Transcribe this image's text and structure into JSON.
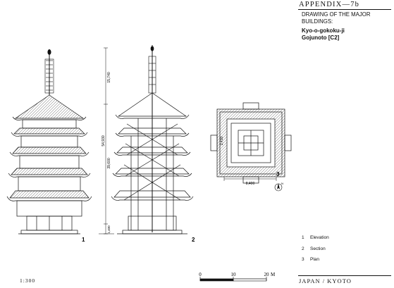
{
  "header": {
    "appendix": "APPENDIX—7b",
    "sheet_title": "DRAWING OF THE MAJOR BUILDINGS:",
    "building_line1": "Kyo-o-gokoku-ji",
    "building_line2": "Gojunoto [C2]"
  },
  "figures": {
    "elevation_num": "1",
    "section_num": "2",
    "plan_num": "3"
  },
  "dimensions": {
    "upper": "15,740",
    "total": "54,930",
    "middle": "39,600",
    "base": "1,400",
    "plan_side": "3,430",
    "plan_width": "8,400"
  },
  "legend": [
    {
      "num": "1",
      "label": "Elevation"
    },
    {
      "num": "2",
      "label": "Section"
    },
    {
      "num": "3",
      "label": "Plan"
    }
  ],
  "north_label": "N",
  "scale": {
    "ratio": "1:300",
    "ticks": [
      "0",
      "10",
      "20"
    ],
    "unit": "M"
  },
  "footer": "JAPAN / KYOTO"
}
